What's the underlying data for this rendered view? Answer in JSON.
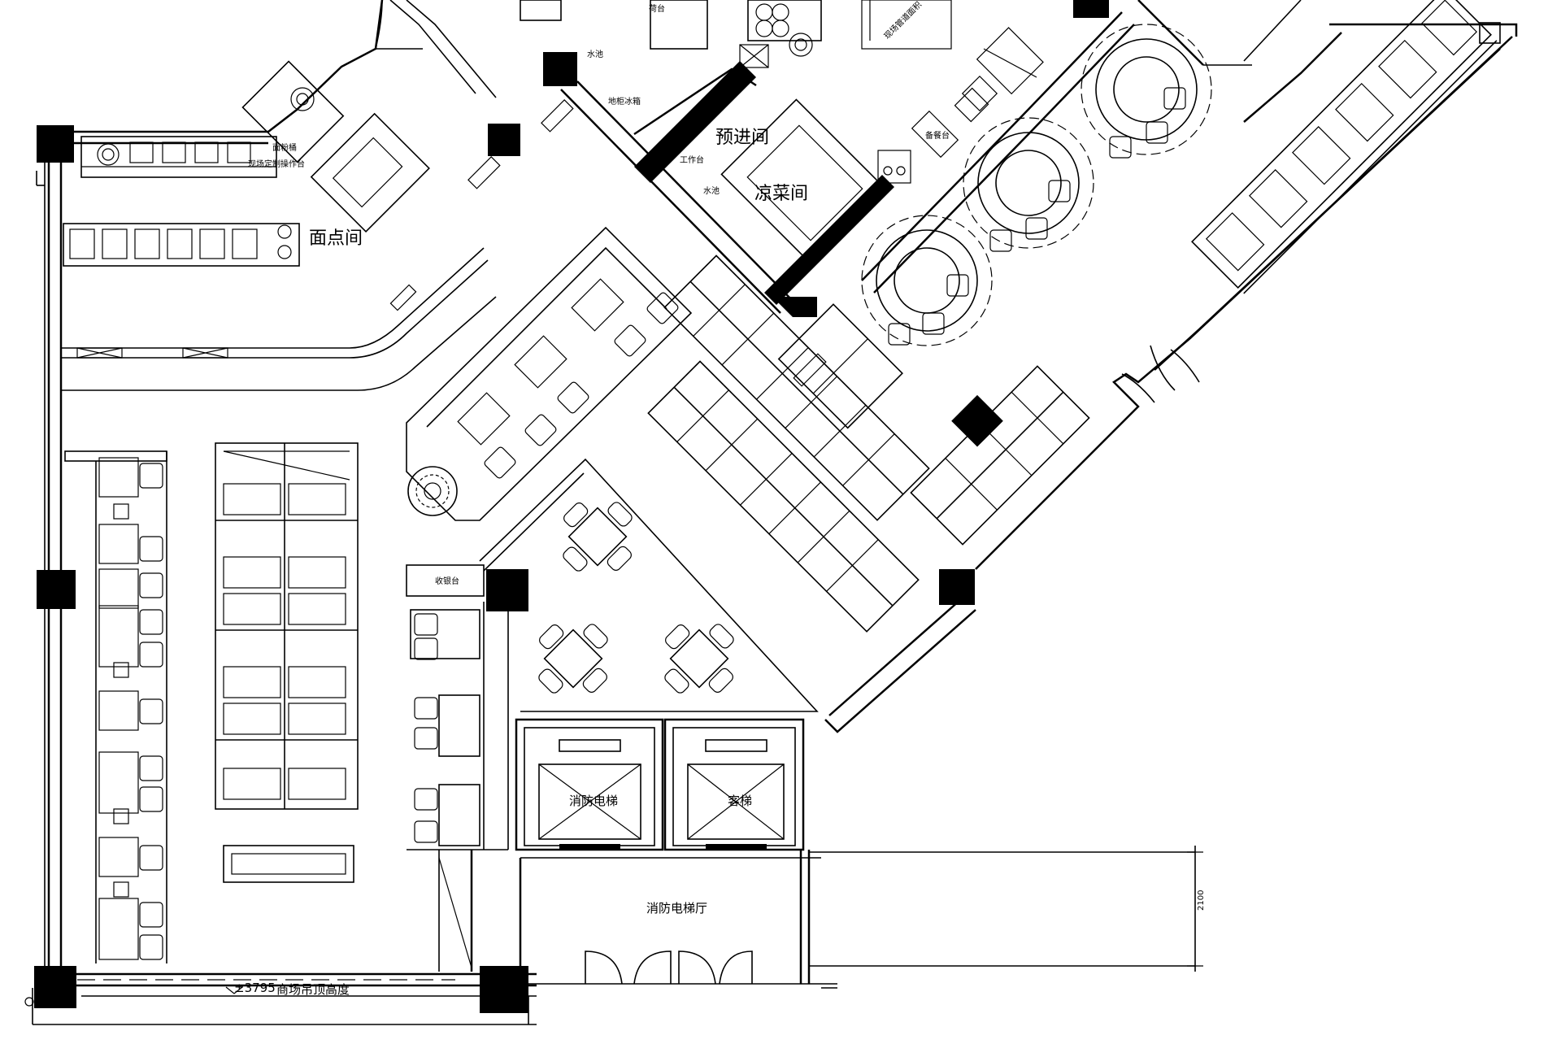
{
  "labels": {
    "noodle_room": "面点间",
    "prep_room": "预进间",
    "cold_dish_room": "凉菜间",
    "lift_lobby": "消防电梯厅",
    "fire_elevator": "消防电梯",
    "guest_elevator": "客梯",
    "sink_top": "水池",
    "under_counter_fridge": "地柜冰箱",
    "counter_top": "荷台",
    "work_table": "工作台",
    "sink_small": "水池",
    "dish_counter": "备餐台",
    "flour_bin": "面粉桶",
    "custom_counter": "现场定制操作台",
    "ceiling_height": "±3795",
    "ceiling_note": "商场吊顶高度",
    "dimension": "2100",
    "cashier": "收银台",
    "site_note": "现场管道面积"
  }
}
